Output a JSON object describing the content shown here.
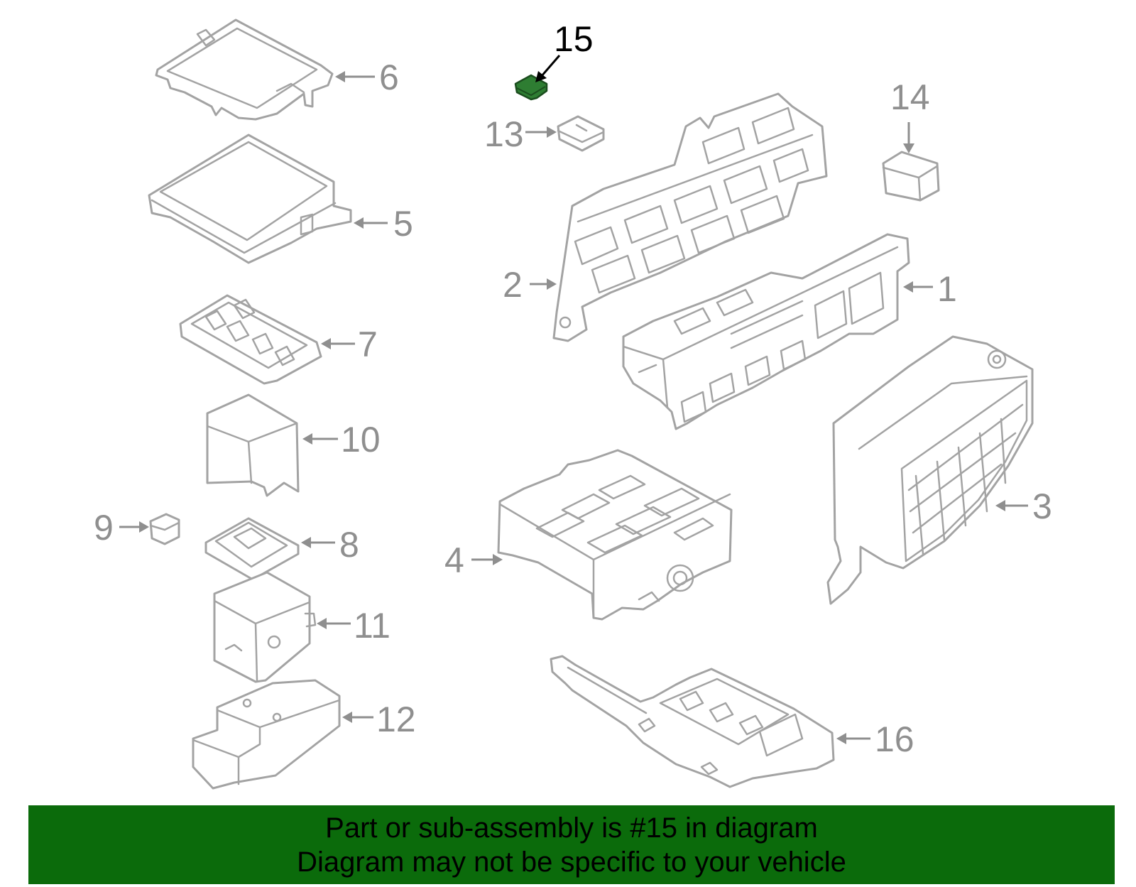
{
  "diagram": {
    "highlight_color": "#2e7d32",
    "callouts": [
      {
        "id": "1",
        "label": "1"
      },
      {
        "id": "2",
        "label": "2"
      },
      {
        "id": "3",
        "label": "3"
      },
      {
        "id": "4",
        "label": "4"
      },
      {
        "id": "5",
        "label": "5"
      },
      {
        "id": "6",
        "label": "6"
      },
      {
        "id": "7",
        "label": "7"
      },
      {
        "id": "8",
        "label": "8"
      },
      {
        "id": "9",
        "label": "9"
      },
      {
        "id": "10",
        "label": "10"
      },
      {
        "id": "11",
        "label": "11"
      },
      {
        "id": "12",
        "label": "12"
      },
      {
        "id": "13",
        "label": "13"
      },
      {
        "id": "14",
        "label": "14"
      },
      {
        "id": "15",
        "label": "15",
        "highlighted": true
      },
      {
        "id": "16",
        "label": "16"
      }
    ]
  },
  "banner": {
    "background": "#0b6b0b",
    "line1": "Part or sub-assembly is #15 in diagram",
    "line2": "Diagram may not be specific to your vehicle"
  }
}
